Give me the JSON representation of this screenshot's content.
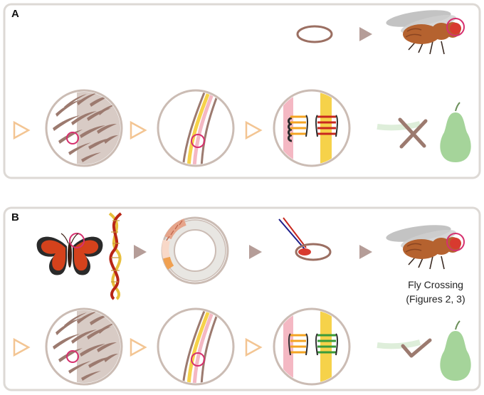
{
  "panels": [
    {
      "label": "A",
      "outcome": "cross",
      "inserted_genes_color": "#c8281e"
    },
    {
      "label": "B",
      "outcome": "check",
      "inserted_genes_color": "#3a9b3a",
      "caption_line1": "Fly Crossing",
      "caption_line2": "(Figures 2, 3)"
    }
  ],
  "colors": {
    "panel_border": "#ddd9d5",
    "arrow_solid": "#b59d98",
    "arrow_outline": "#f3c593",
    "circle_fill": "#ffffff",
    "circle_stroke": "#cbbcb4",
    "bristle": "#9c7a6f",
    "highlight": "#d6306e",
    "egg": "#9b6f62",
    "fly_body": "#b5622f",
    "fly_eye": "#d83a2f",
    "fly_wing": "#b9b9b9",
    "pear": "#a5d49a",
    "yellow_band": "#f6d24a",
    "pink_band": "#f4b8c3",
    "orange_gene": "#f4a423",
    "butterfly_orange": "#d4421c",
    "butterfly_black": "#2a2a2a",
    "dna_red": "#b82616",
    "dna_gold": "#e8bf3c"
  },
  "icons": [
    "egg-icon",
    "fly-icon",
    "butterfly-icon",
    "dna-icon",
    "plasmid-icon",
    "needle-icon",
    "pear-icon",
    "cross-mark-icon",
    "check-mark-icon",
    "arrow-icon"
  ]
}
